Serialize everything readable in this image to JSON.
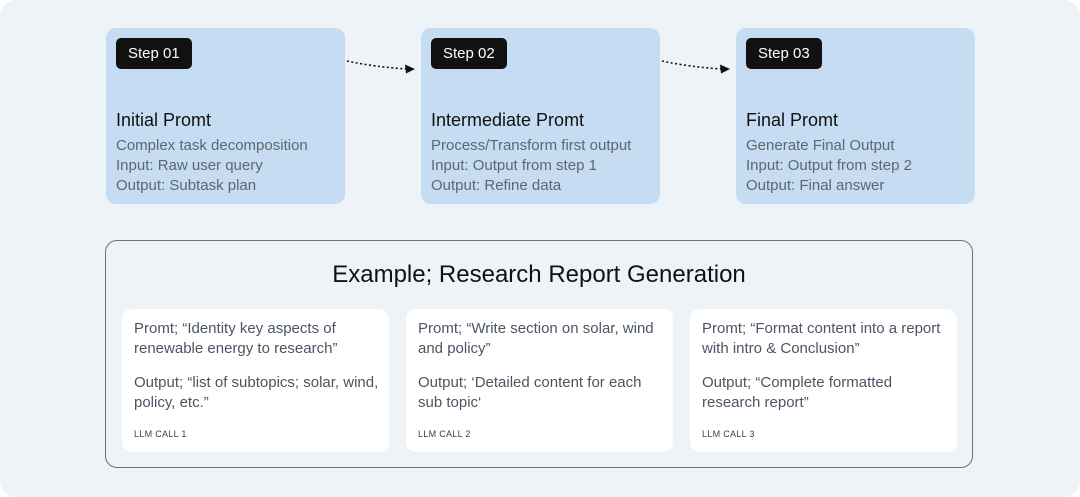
{
  "steps": [
    {
      "badge": "Step 01",
      "title": "Initial Promt",
      "lines": [
        "Complex task decomposition",
        "Input: Raw user query",
        "Output: Subtask plan"
      ]
    },
    {
      "badge": "Step 02",
      "title": "Intermediate Promt",
      "lines": [
        "Process/Transform first output",
        "Input: Output from step 1",
        "Output: Refine data"
      ]
    },
    {
      "badge": "Step 03",
      "title": "Final Promt",
      "lines": [
        "Generate Final Output",
        "Input: Output from step 2",
        "Output: Final answer"
      ]
    }
  ],
  "example": {
    "heading": "Example; Research Report Generation",
    "cards": [
      {
        "prompt": "Promt; “Identity key aspects of renewable energy to research”",
        "output": "Output; “list of subtopics; solar, wind, policy, etc.”",
        "call": "LLM CALL 1"
      },
      {
        "prompt": "Promt; “Write section on solar, wind and policy”",
        "output": "Output; ‘Detailed content for each sub topic‘",
        "call": "LLM CALL 2"
      },
      {
        "prompt": "Promt; “Format content into a report with intro & Conclusion”",
        "output": "Output; “Complete formatted research report”",
        "call": "LLM CALL 3"
      }
    ]
  },
  "colors": {
    "background": "#eef3f8",
    "step_fill": "#c5dcf2",
    "badge_fill": "#111111",
    "card_fill": "#ffffff"
  }
}
